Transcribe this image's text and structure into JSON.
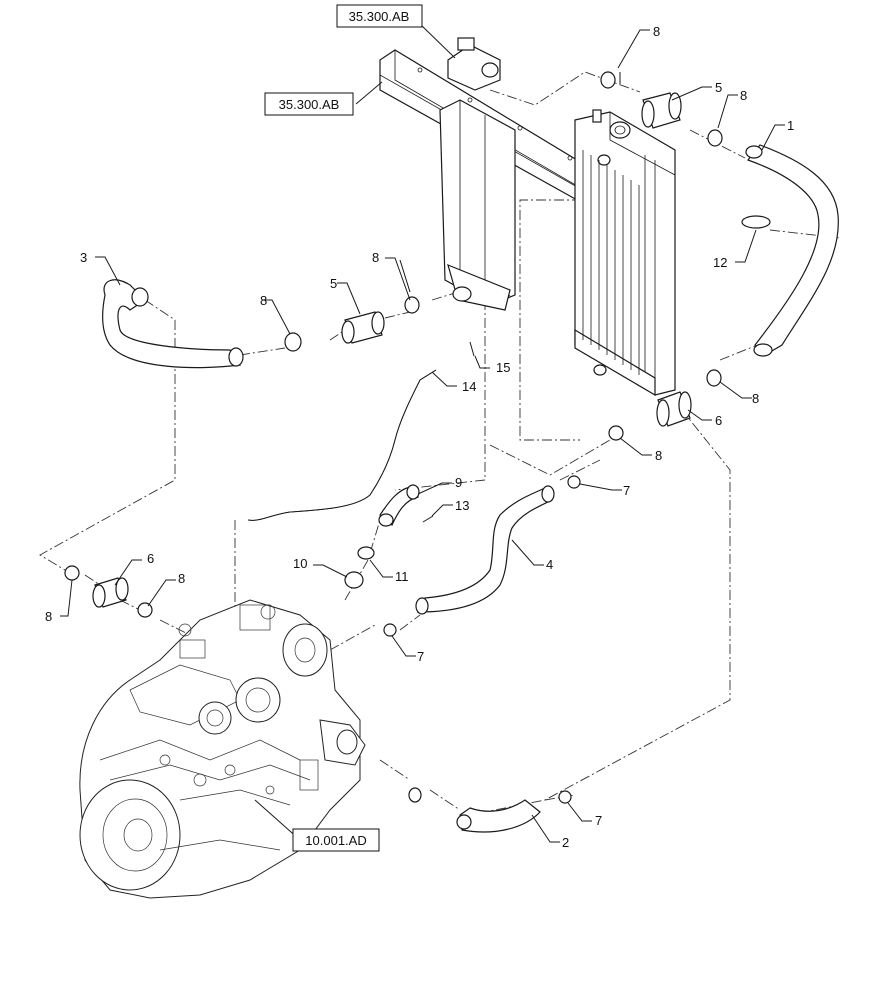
{
  "references": {
    "top": "35.300.AB",
    "mid": "35.300.AB",
    "engine": "10.001.AD"
  },
  "callouts": {
    "c1": "1",
    "c2": "2",
    "c3": "3",
    "c4": "4",
    "c5a": "5",
    "c5b": "5",
    "c6a": "6",
    "c6b": "6",
    "c7a": "7",
    "c7b": "7",
    "c7c": "7",
    "c8a": "8",
    "c8b": "8",
    "c8c": "8",
    "c8d": "8",
    "c8e": "8",
    "c8f": "8",
    "c8g": "8",
    "c8h": "8",
    "c9": "9",
    "c10": "10",
    "c11": "11",
    "c12": "12",
    "c13": "13",
    "c14": "14",
    "c15": "15"
  }
}
